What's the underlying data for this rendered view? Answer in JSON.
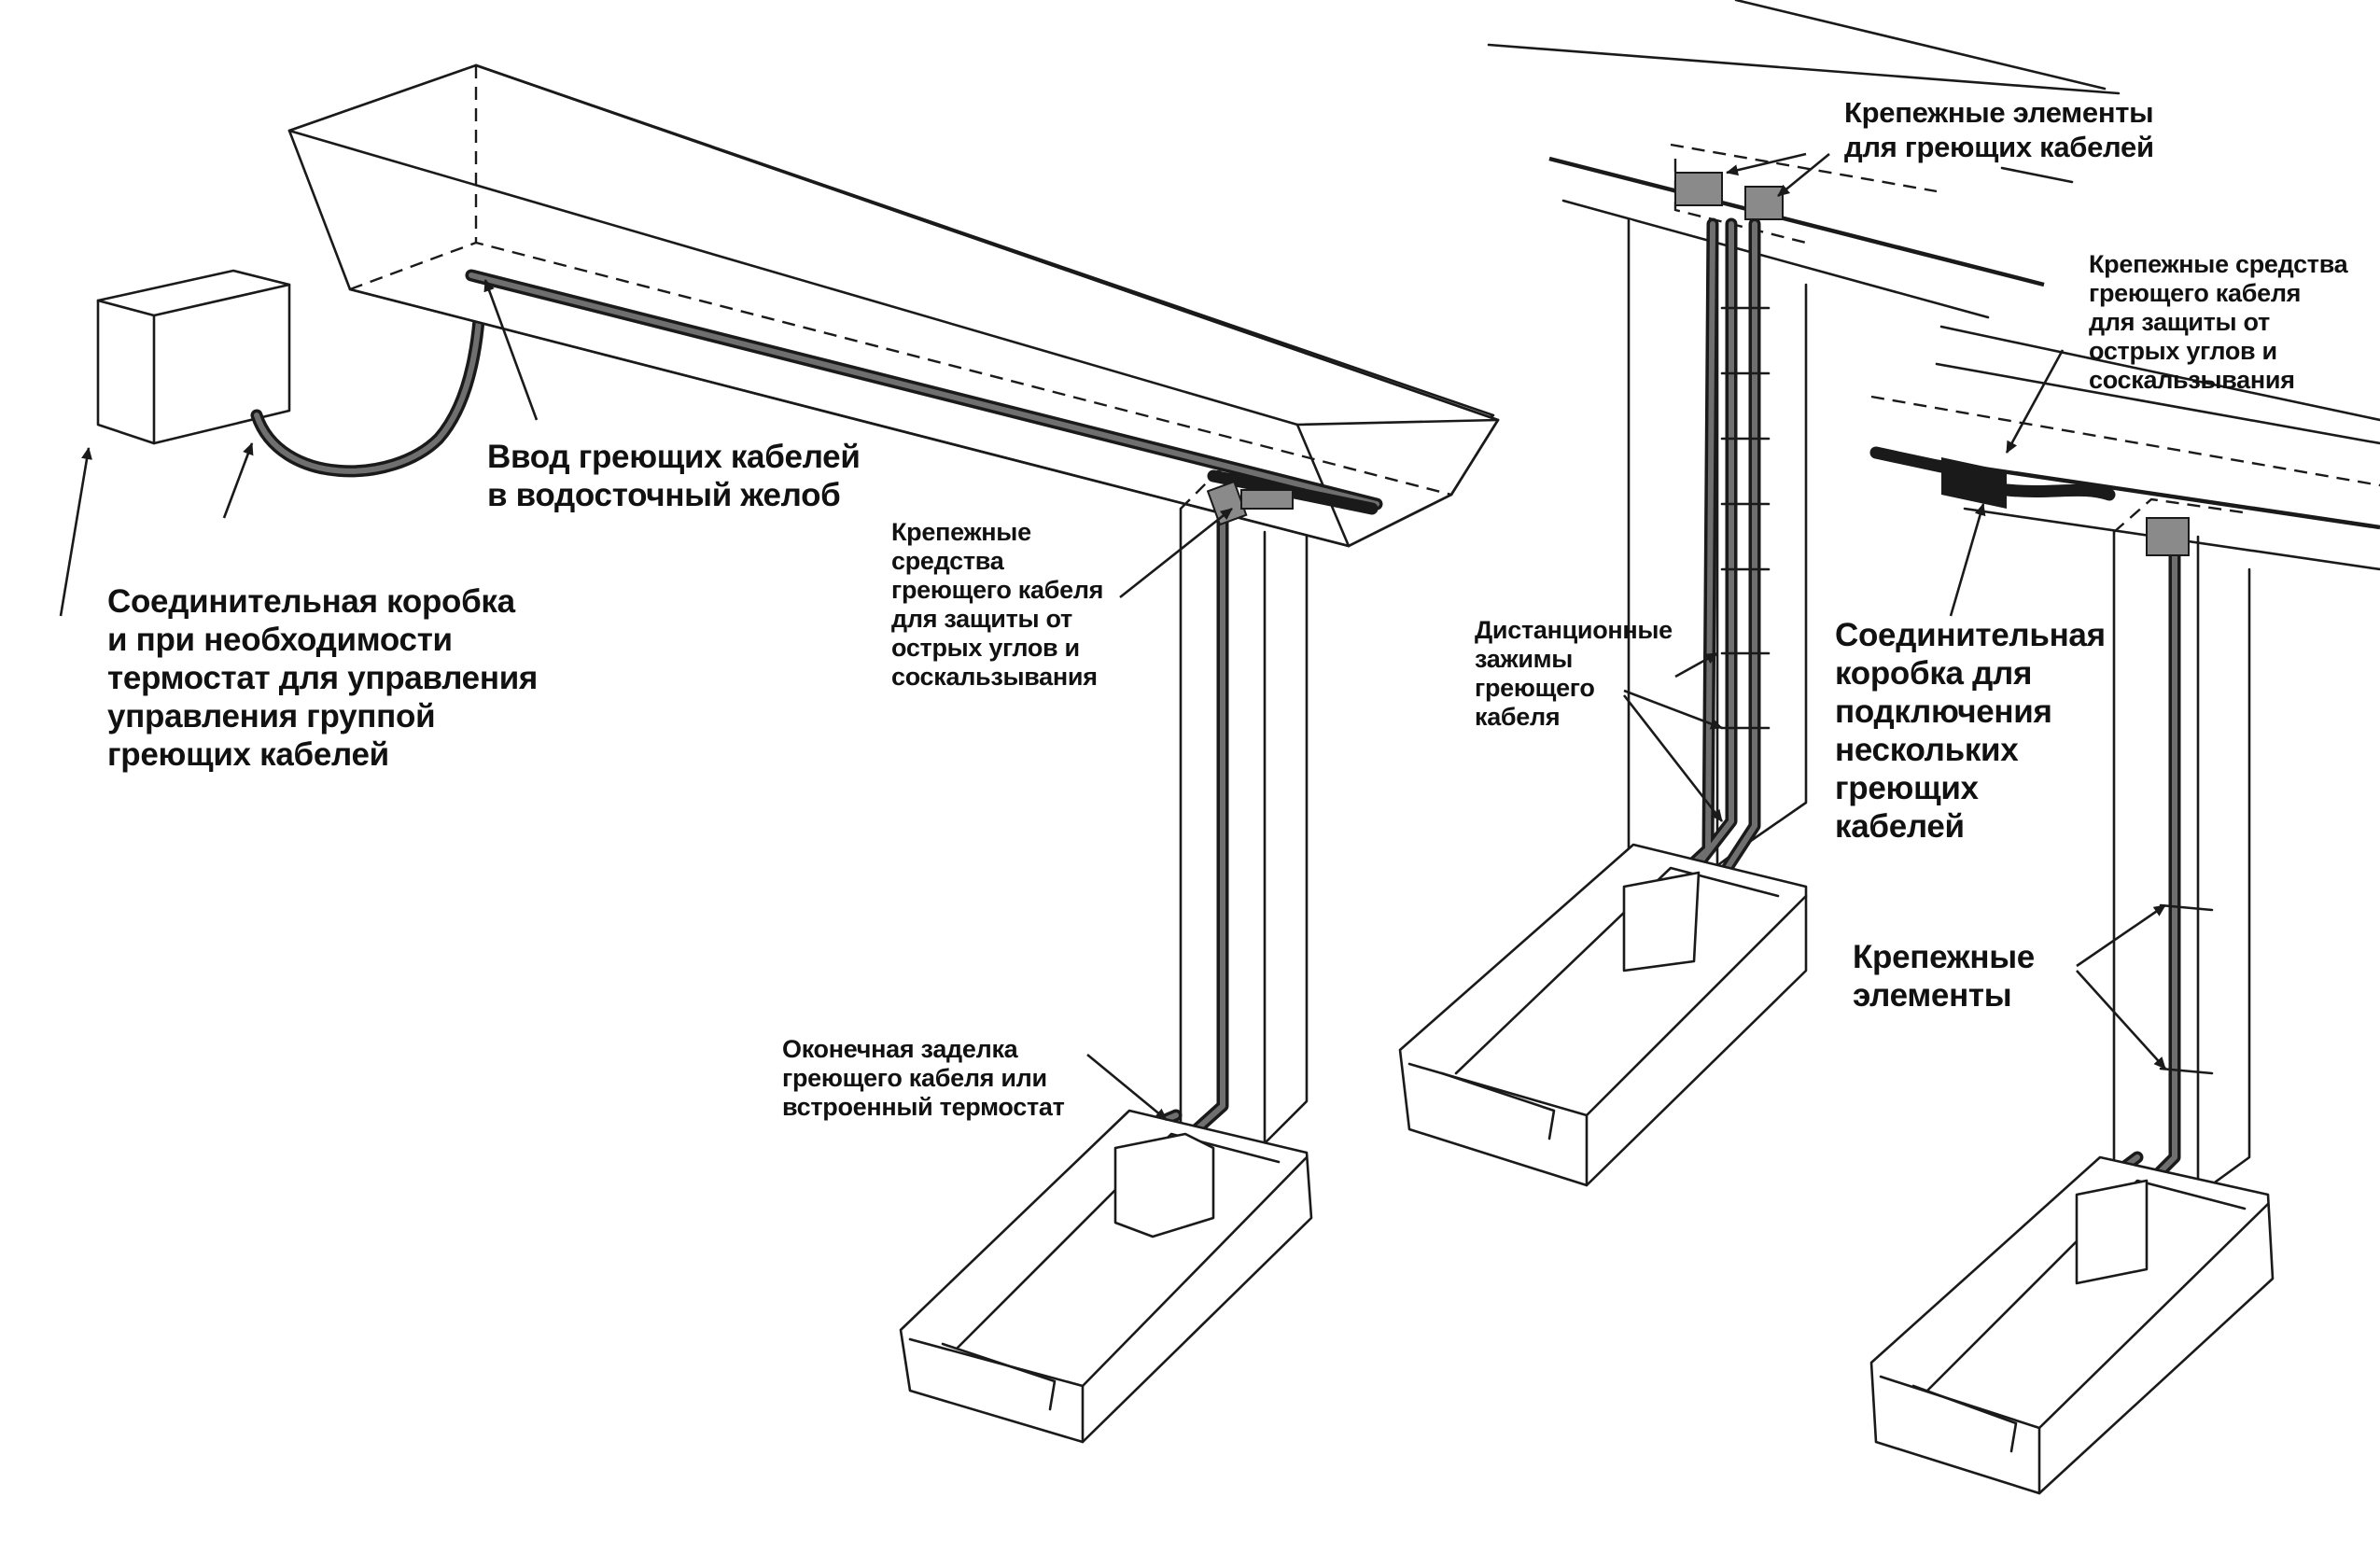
{
  "labels": {
    "junction_box_thermostat": "Соединительная коробка\nи при необходимости\nтермостат для управления\nуправления группой\nгреющих кабелей",
    "gutter_entry": "Ввод греющих кабелей\nв водосточный желоб",
    "fasteners_protection_left": "Крепежные\nсредства\nгреющего кабеля\nдля защиты от\nострых углов и\nсоскальзывания",
    "end_seal": "Оконечная заделка\nгреющего кабеля или\nвстроенный термостат",
    "fasteners_top": "Крепежные элементы\nдля греющих кабелей",
    "spacer_clamps": "Дистанционные\nзажимы\nгреющего\nкабеля",
    "fasteners_protection_right": "Крепежные средства\nгреющего кабеля\nдля защиты от\nострых углов и\nсоскальзывания",
    "junction_box_multi": "Соединительная\nкоробка для\nподключения\nнескольких\nгреющих\nкабелей",
    "fasteners_bottom": "Крепежные\nэлементы"
  },
  "colors": {
    "line": "#1a1a1a",
    "background": "#ffffff",
    "cable_core": "#6f6f6f"
  }
}
